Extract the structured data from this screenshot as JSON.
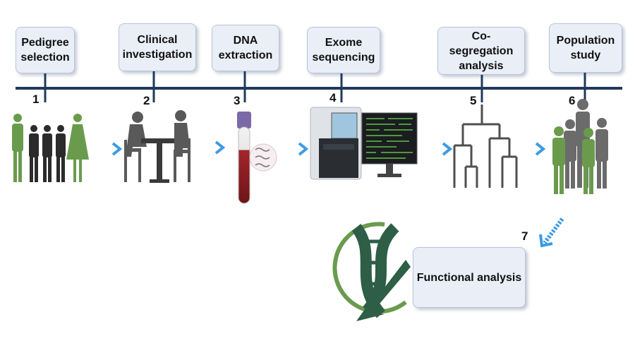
{
  "steps": [
    {
      "label": "Pedigree\nselection",
      "number": "1"
    },
    {
      "label": "Clinical\ninvestigation",
      "number": "2"
    },
    {
      "label": "DNA\nextraction",
      "number": "3"
    },
    {
      "label": "Exome\nsequencing",
      "number": "4"
    },
    {
      "label": "Co-segregation\nanalysis",
      "number": "5"
    },
    {
      "label": "Population\nstudy",
      "number": "6"
    },
    {
      "label": "Functional analysis",
      "number": "7"
    }
  ],
  "colors": {
    "timeline": "#1f3a5c",
    "box_fill": "#eaeef7",
    "green_figure": "#6a9b4d",
    "dark_figure": "#2b2b2b",
    "gray_figure": "#6b6b6b",
    "arrow": "#3d9be0",
    "dna_green": "#2e5e45",
    "blood": "#8b1e24"
  },
  "icons": [
    "pedigree-family-icon",
    "clinical-consultation-icon",
    "blood-tube-icon",
    "sequencer-icon",
    "dendrogram-icon",
    "population-icon",
    "dna-helix-icon"
  ]
}
